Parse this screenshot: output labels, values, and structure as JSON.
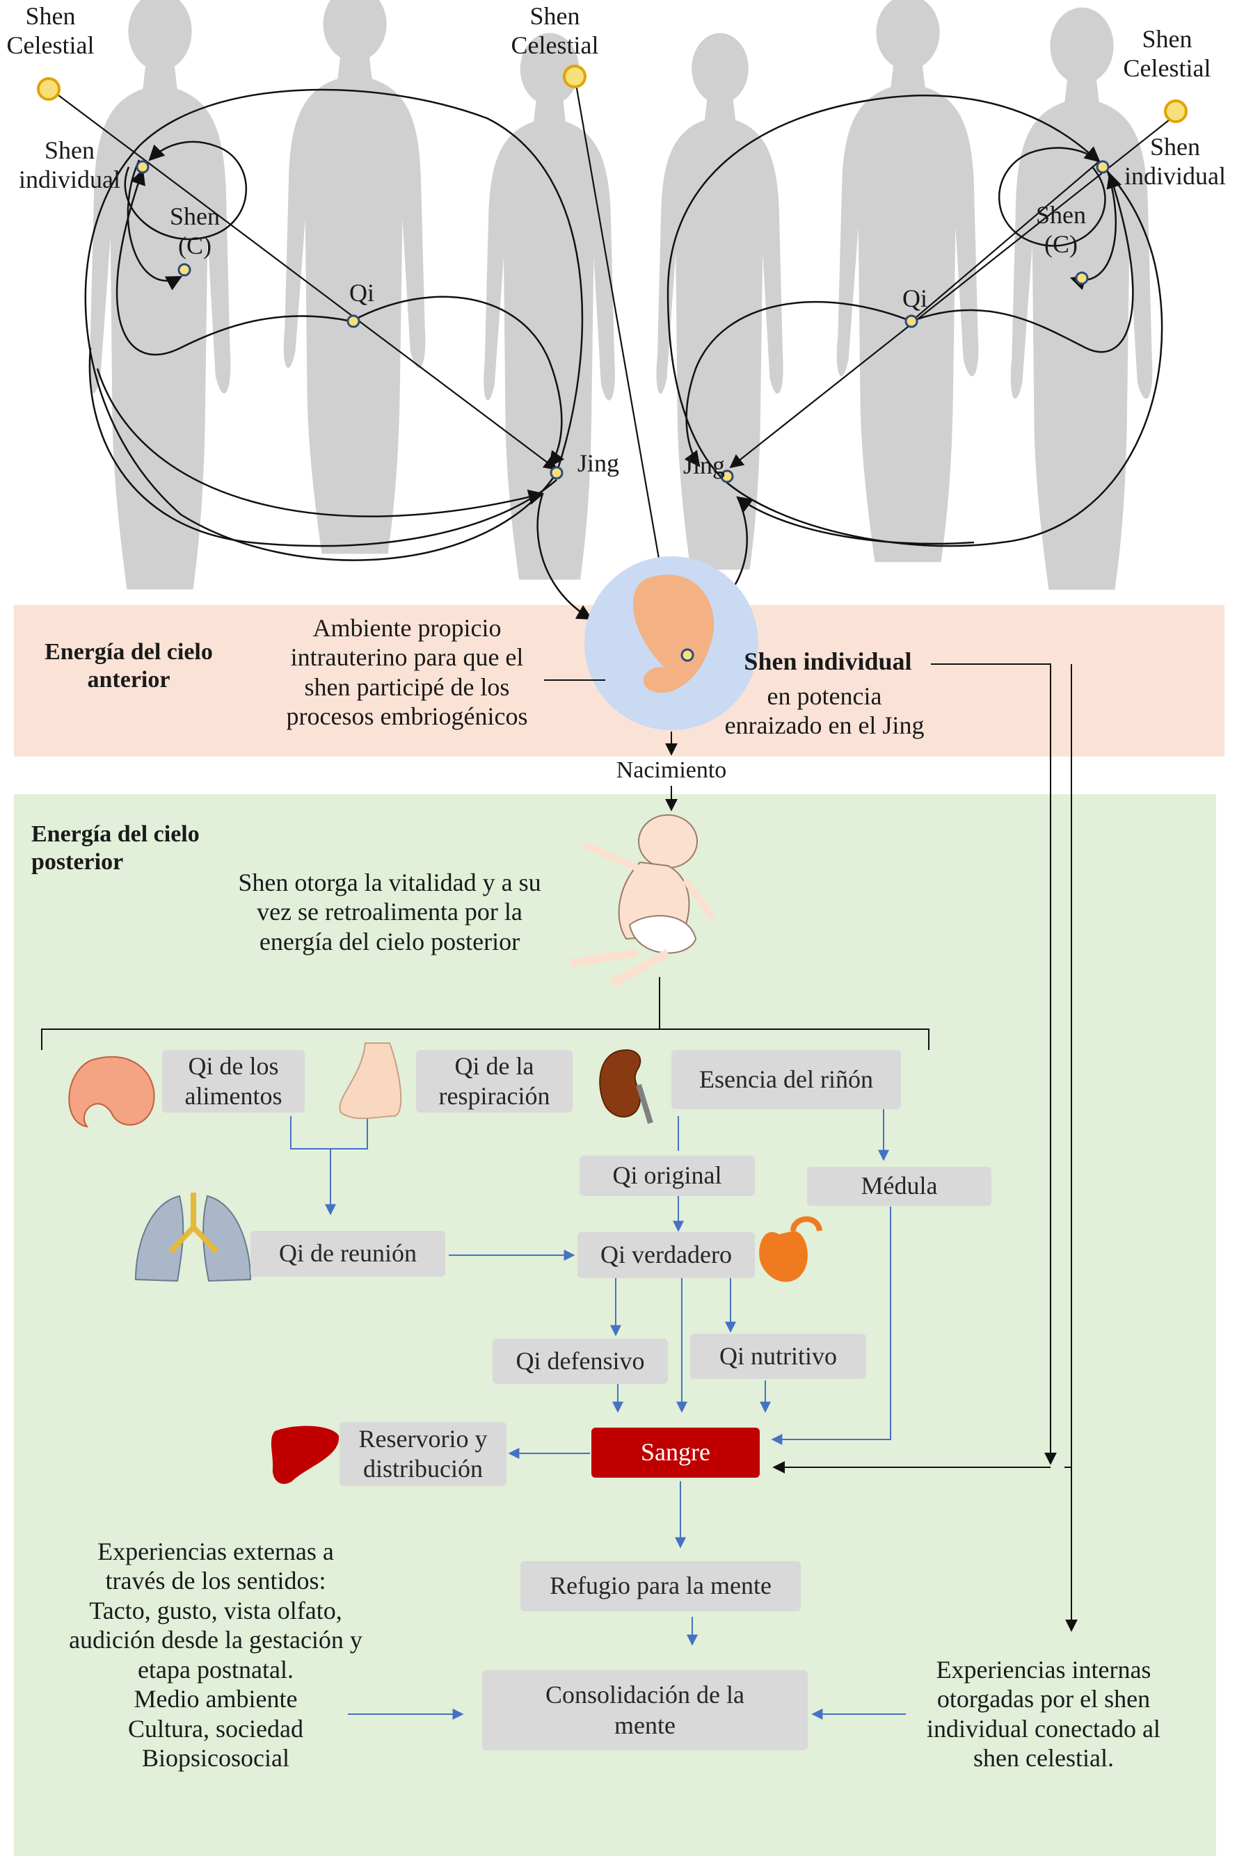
{
  "top": {
    "shen_celestial_left": "Shen\nCelestial",
    "shen_celestial_center": "Shen\nCelestial",
    "shen_celestial_right": "Shen\nCelestial",
    "shen_individual_left": "Shen\nindividual",
    "shen_individual_right": "Shen\nindividual",
    "shen_c_left": "Shen\n(C)",
    "shen_c_right": "Shen\n(C)",
    "qi_left": "Qi",
    "qi_right": "Qi",
    "jing_left": "Jing",
    "jing_right": "Jing"
  },
  "anterior": {
    "title": "Energía del cielo\nanterior",
    "ambiente": "Ambiente propicio\nintrauterino para que el\nshen participé de los\nprocesos embriogénicos",
    "shen_individual_bold": "Shen individual",
    "shen_individual_rest": "en potencia\nenraizado en el Jing",
    "nacimiento": "Nacimiento"
  },
  "posterior": {
    "title": "Energía del cielo\nposterior",
    "vitalidad": "Shen otorga la vitalidad y  a su\nvez se retroalimenta por la\nenergía del cielo posterior"
  },
  "boxes": {
    "qi_alimentos": "Qi de los\nalimentos",
    "qi_respiracion": "Qi de la\nrespiración",
    "esencia_rinon": "Esencia del riñón",
    "qi_original": "Qi original",
    "medula": "Médula",
    "qi_reunion": "Qi de reunión",
    "qi_verdadero": "Qi verdadero",
    "qi_defensivo": "Qi defensivo",
    "qi_nutritivo": "Qi nutritivo",
    "sangre": "Sangre",
    "reservorio": "Reservorio y\ndistribución",
    "refugio": "Refugio para la mente",
    "consolidacion": "Consolidación  de la\nmente"
  },
  "externas": "Experiencias externas a\ntravés de los sentidos:\nTacto, gusto, vista olfato,\naudición desde la gestación y\netapa postnatal.\nMedio ambiente\nCultura, sociedad\nBiopsicosocial",
  "internas": "Experiencias internas\notorgadas por el shen\nindividual conectado al\nshen celestial.",
  "colors": {
    "anterior_band": "#fae3d6",
    "posterior_band": "#e2efd9",
    "box_grey": "#d9d9d9",
    "sangre_red": "#c00000",
    "silhouette": "#d0d0d0",
    "arrow_blue": "#4472c4",
    "sun_yellow": "#f7e07a",
    "womb_blue": "#c9daf2",
    "embryo": "#f4b183"
  },
  "icons": [
    "sun-icon",
    "embryo-icon",
    "baby-icon",
    "stomach-icon",
    "nose-icon",
    "kidney-icon",
    "lungs-icon",
    "heart-icon",
    "liver-icon"
  ]
}
